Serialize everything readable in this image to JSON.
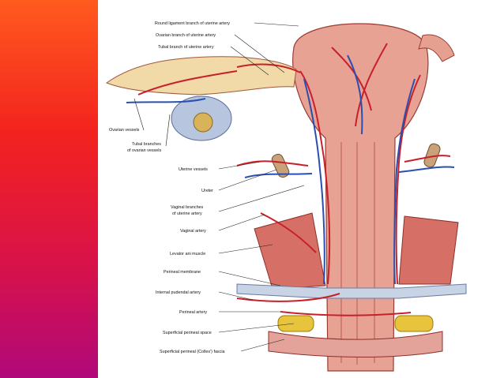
{
  "slide": {
    "labels": {
      "round_ligament": "Round ligament branch of uterine artery",
      "ovarian_branch": "Ovarian branch of uterine artery",
      "tubal_branch": "Tubal branch of uterine artery",
      "ovarian_vessels": "Ovarian vessels",
      "tubal_branches_l1": "Tubal branches",
      "tubal_branches_l2": "of ovarian vessels",
      "uterine_vessels": "Uterine vessels",
      "ureter": "Ureter",
      "vaginal_branches_l1": "Vaginal branches",
      "vaginal_branches_l2": "of uterine artery",
      "vaginal_artery": "Vaginal artery",
      "levator_ani": "Levator ani muscle",
      "perineal_membrane": "Perineal membrane",
      "internal_pudendal": "Internal pudendal artery",
      "perineal_artery": "Perineal artery",
      "superficial_space": "Superficial perineal space",
      "colles_fascia": "Superficial perineal (Colles') fascia"
    }
  },
  "colors": {
    "sidebar_top": "#ff5a1e",
    "sidebar_bottom": "#b0087a",
    "artery": "#c8202a",
    "vein": "#2a4fb0",
    "tissue": "#e79a8c"
  }
}
